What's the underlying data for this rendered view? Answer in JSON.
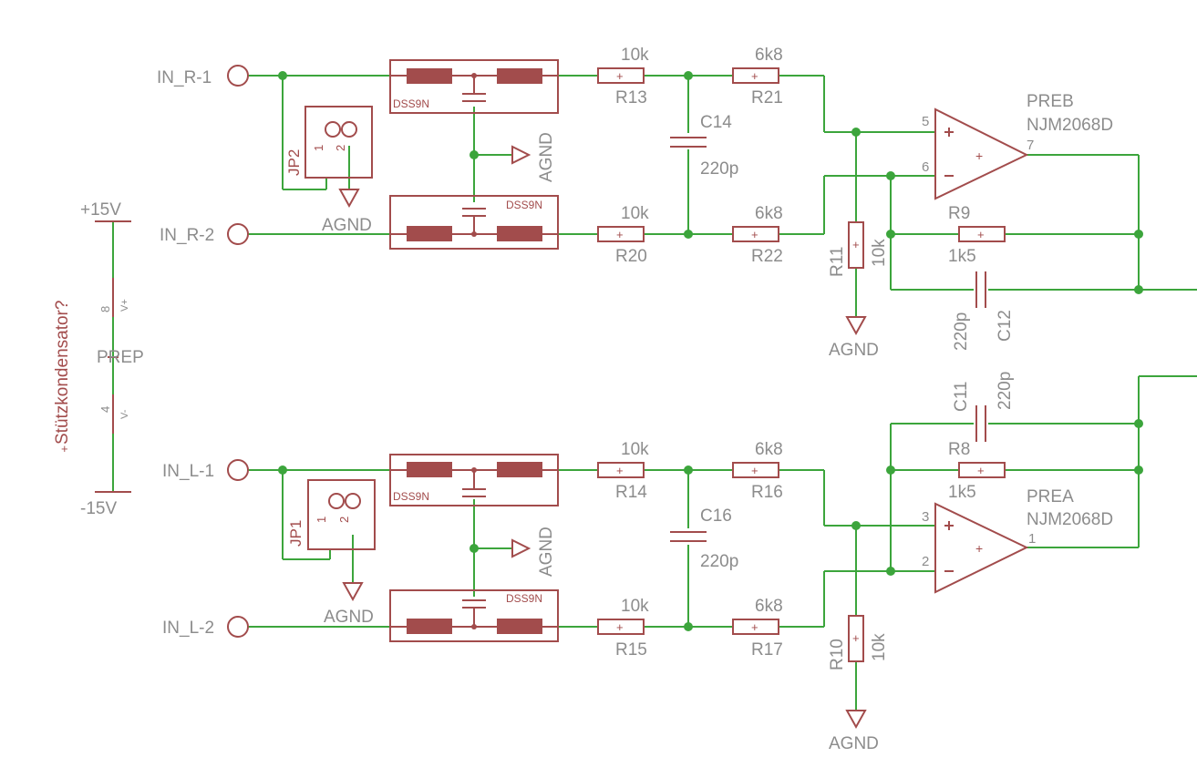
{
  "schematic": {
    "colors": {
      "wire": "#3ca53c",
      "part": "#a24c4c",
      "label": "#8c8c8c",
      "note": "#a24c4c"
    },
    "inputs": {
      "r1": "IN_R-1",
      "r2": "IN_R-2",
      "l1": "IN_L-1",
      "l2": "IN_L-2"
    },
    "filter_top": "DSS9N",
    "filter_bottom": "DSS9N",
    "gnd": "AGND",
    "jumpers": {
      "top": "JP2",
      "bottom": "JP1",
      "pin1": "1",
      "pin2": "2"
    },
    "power": {
      "plus": "+15V",
      "minus": "-15V",
      "name": "PREP",
      "pin_v_plus": "8",
      "pin_v_minus": "4",
      "v_plus": "V+",
      "v_minus": "V-",
      "note": "Stützkondensator?",
      "note_plus": "+"
    },
    "resistors": {
      "r13": {
        "name": "R13",
        "value": "10k"
      },
      "r20": {
        "name": "R20",
        "value": "10k"
      },
      "r21": {
        "name": "R21",
        "value": "6k8"
      },
      "r22": {
        "name": "R22",
        "value": "6k8"
      },
      "r14": {
        "name": "R14",
        "value": "10k"
      },
      "r15": {
        "name": "R15",
        "value": "10k"
      },
      "r16": {
        "name": "R16",
        "value": "6k8"
      },
      "r17": {
        "name": "R17",
        "value": "6k8"
      },
      "r9": {
        "name": "R9",
        "value": "1k5"
      },
      "r8": {
        "name": "R8",
        "value": "1k5"
      },
      "r11": {
        "name": "R11",
        "value": "10k"
      },
      "r10": {
        "name": "R10",
        "value": "10k"
      }
    },
    "capacitors": {
      "c14": {
        "name": "C14",
        "value": "220p"
      },
      "c16": {
        "name": "C16",
        "value": "220p"
      },
      "c12": {
        "name": "C12",
        "value": "220p"
      },
      "c11": {
        "name": "C11",
        "value": "220p"
      }
    },
    "opamps": {
      "preb": {
        "name": "PREB",
        "part": "NJM2068D",
        "pin_plus": "5",
        "pin_minus": "6",
        "pin_out": "7"
      },
      "prea": {
        "name": "PREA",
        "part": "NJM2068D",
        "pin_plus": "3",
        "pin_minus": "2",
        "pin_out": "1"
      }
    }
  }
}
